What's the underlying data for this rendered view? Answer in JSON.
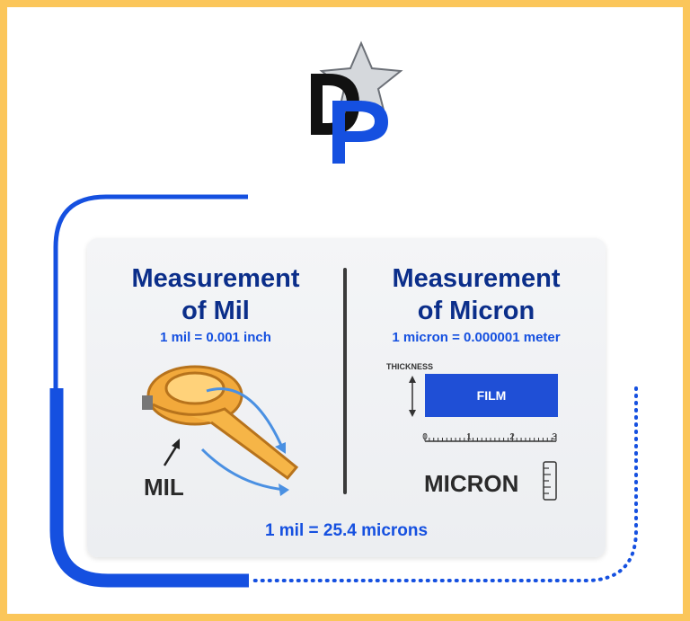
{
  "logo": {
    "letters": "DP"
  },
  "left": {
    "heading_line1": "Measurement",
    "heading_line2": "of Mil",
    "equation": "1 mil = 0.001 inch",
    "label": "MIL"
  },
  "right": {
    "heading_line1": "Measurement",
    "heading_line2": "of Micron",
    "equation": "1 micron = 0.000001 meter",
    "thickness_label": "THICKNESS",
    "film_label": "FILM",
    "ruler_ticks": [
      "0",
      "1",
      "2",
      "3"
    ],
    "label": "MICRON"
  },
  "footer": {
    "text": "1 mil = 25.4 microns"
  },
  "colors": {
    "border": "#fbc65a",
    "accent_blue": "#1550e0",
    "heading_blue": "#0b2e8a"
  }
}
